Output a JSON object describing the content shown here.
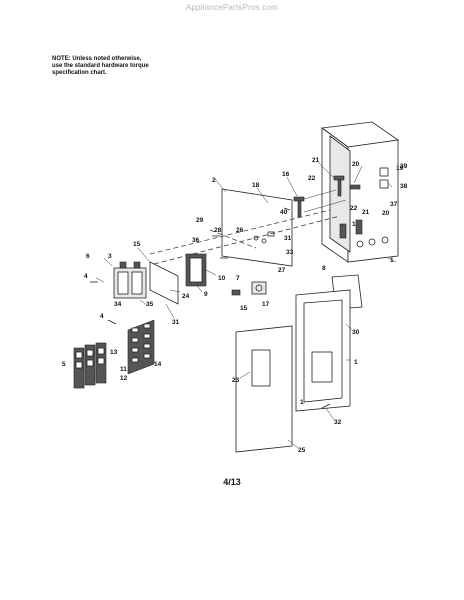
{
  "watermark": "AppliancePartsPros.com",
  "note": "NOTE: Unless noted otherwise,\nuse the standard hardware torque\nspecification chart.",
  "page_number": "4/13",
  "callouts": [
    "1",
    "1",
    "1",
    "1",
    "2",
    "3",
    "4",
    "4",
    "5",
    "6",
    "7",
    "8",
    "9",
    "10",
    "11",
    "12",
    "13",
    "14",
    "15",
    "15",
    "16",
    "17",
    "18",
    "19",
    "20",
    "20",
    "21",
    "21",
    "22",
    "22",
    "23",
    "24",
    "25",
    "26",
    "27",
    "28",
    "29",
    "30",
    "31",
    "31",
    "32",
    "33",
    "34",
    "35",
    "36",
    "37",
    "38",
    "39",
    "40"
  ]
}
